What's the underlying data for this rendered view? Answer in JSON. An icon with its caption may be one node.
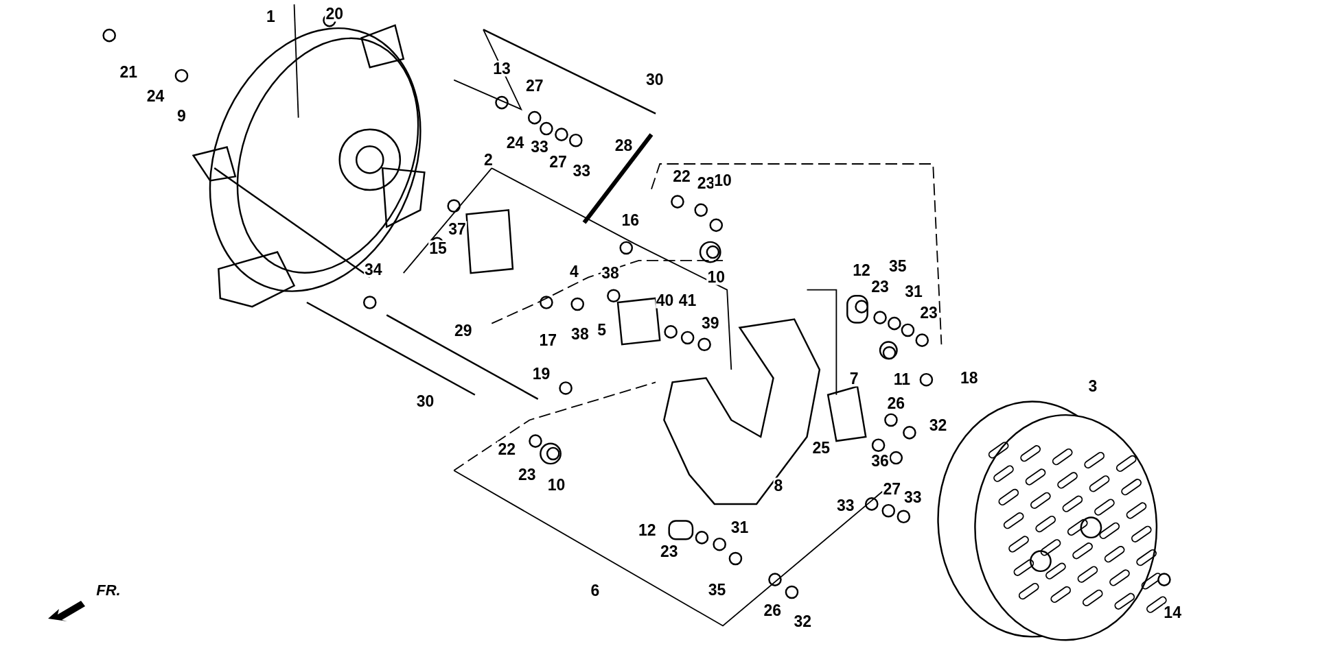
{
  "diagram": {
    "labels": [
      "1",
      "20",
      "21",
      "24",
      "9",
      "30",
      "13",
      "27",
      "24",
      "33",
      "27",
      "33",
      "28",
      "2",
      "22",
      "23",
      "10",
      "16",
      "37",
      "15",
      "34",
      "4",
      "38",
      "10",
      "12",
      "35",
      "23",
      "31",
      "23",
      "40",
      "41",
      "39",
      "29",
      "17",
      "38",
      "5",
      "7",
      "11",
      "18",
      "26",
      "32",
      "19",
      "30",
      "3",
      "25",
      "36",
      "22",
      "23",
      "10",
      "8",
      "33",
      "27",
      "33",
      "12",
      "31",
      "23",
      "35",
      "26",
      "32",
      "6",
      "14",
      "FR."
    ]
  }
}
